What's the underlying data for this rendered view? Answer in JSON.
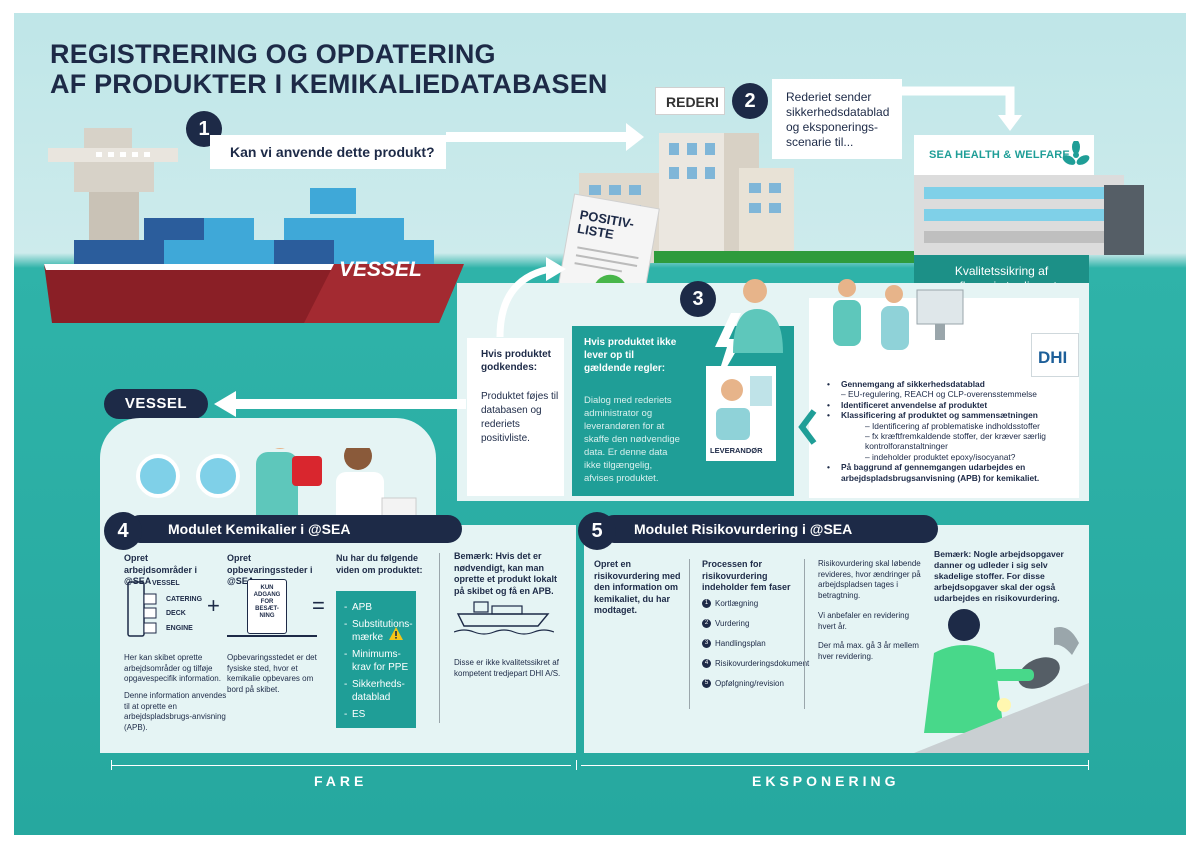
{
  "title": {
    "line1": "REGISTRERING OG OPDATERING",
    "line2": "AF PRODUKTER I KEMIKALIEDATABASEN"
  },
  "step1": {
    "num": "1",
    "question": "Kan vi anvende dette produkt?"
  },
  "ship": {
    "name": "VESSEL"
  },
  "rederi": {
    "sign": "REDERI"
  },
  "step2": {
    "num": "2",
    "text": "Rederiet sender sikkerhedsdatablad og eksponerings-scenarie til..."
  },
  "shw": {
    "sign": "SEA HEALTH & WELFARE",
    "quality": "Kvalitetssikring af uafhængig tredjepart"
  },
  "positivliste": {
    "line1": "POSITIV-",
    "line2": "LISTE"
  },
  "step3": {
    "num": "3"
  },
  "approved": {
    "heading": "Hvis produktet godkendes:",
    "text": "Produktet føjes til databasen og rederiets positivliste."
  },
  "rejected": {
    "heading": "Hvis produktet ikke lever op til gældende regler:",
    "text": "Dialog med rederiets administrator og leverandøren for at skaffe den nødvendige data. Er denne data ikke tilgængelig, afvises produktet."
  },
  "supplier": {
    "label": "LEVERANDØR"
  },
  "dhi": {
    "logo": "DHI"
  },
  "review_list": [
    {
      "text": "Gennemgang af sikkerhedsdatablad",
      "bold": true,
      "level": 0
    },
    {
      "text": "– EU-regulering, REACH og CLP-overensstemmelse",
      "bold": false,
      "level": 1
    },
    {
      "text": "Identificeret anvendelse af produktet",
      "bold": true,
      "level": 0
    },
    {
      "text": "Klassificering af produktet og sammensætningen",
      "bold": true,
      "level": 0
    },
    {
      "text": "– Identificering af problematiske indholdsstoffer",
      "bold": false,
      "level": 2
    },
    {
      "text": "– fx kræftfremkaldende stoffer, der kræver særlig kontrolforanstaltninger",
      "bold": false,
      "level": 2
    },
    {
      "text": "– indeholder produktet epoxy/isocyanat?",
      "bold": false,
      "level": 2
    },
    {
      "text": "På baggrund af gennemgangen udarbejdes en arbejdspladsbrugsanvisning (APB) for kemikaliet.",
      "bold": true,
      "level": 0
    }
  ],
  "vessel_tag": "VESSEL",
  "module4": {
    "num": "4",
    "title": "Modulet Kemikalier i @SEA",
    "col1_heading": "Opret arbejdsområder i @SEA",
    "tree": [
      "VESSEL",
      "CATERING",
      "DECK",
      "ENGINE"
    ],
    "col1_text1": "Her kan skibet oprette arbejdsområder og tilføje opgavespecifik information.",
    "col1_text2": "Denne information anvendes til at oprette en arbejdspladsbrugs-anvisning (APB).",
    "plus": "+",
    "col2_heading": "Opret opbevaringssteder i @SEA",
    "cabinet": "KUN ADGANG FOR BESÆT-NING",
    "col2_text": "Opbevaringsstedet er det fysiske sted, hvor et kemikalie opbevares om bord på skibet.",
    "equals": "=",
    "col3_heading": "Nu har du følgende viden om produktet:",
    "knowledge": [
      "APB",
      "Substitutions-mærke",
      "Minimums-krav for PPE",
      "Sikkerheds-datablad",
      "ES"
    ],
    "note_heading": "Bemærk: Hvis det er nødvendigt, kan man oprette et produkt lokalt på skibet og få en APB.",
    "note_text": "Disse er ikke kvalitetssikret af kompetent tredjepart DHI A/S."
  },
  "module5": {
    "num": "5",
    "title": "Modulet Risikovurdering i @SEA",
    "col1_heading": "Opret en risikovurdering med den information om kemikaliet, du har modtaget.",
    "col2_heading": "Processen for risikovurdering indeholder fem faser",
    "phases": [
      "Kortlægning",
      "Vurdering",
      "Handlingsplan",
      "Risikovurderingsdokument",
      "Opfølgning/revision"
    ],
    "col3_text1": "Risikovurdering skal løbende revideres, hvor ændringer på arbejdspladsen tages i betragtning.",
    "col3_text2": "Vi anbefaler en revidering hvert år.",
    "col3_text3": "Der må max. gå 3 år mellem hver revidering.",
    "note": "Bemærk: Nogle arbejdsopgaver danner og udleder i sig selv skadelige stoffer. For disse arbejdsopgaver skal der også udarbejdes en risikovurdering."
  },
  "axis": {
    "left": "FARE",
    "right": "EKSPONERING"
  }
}
